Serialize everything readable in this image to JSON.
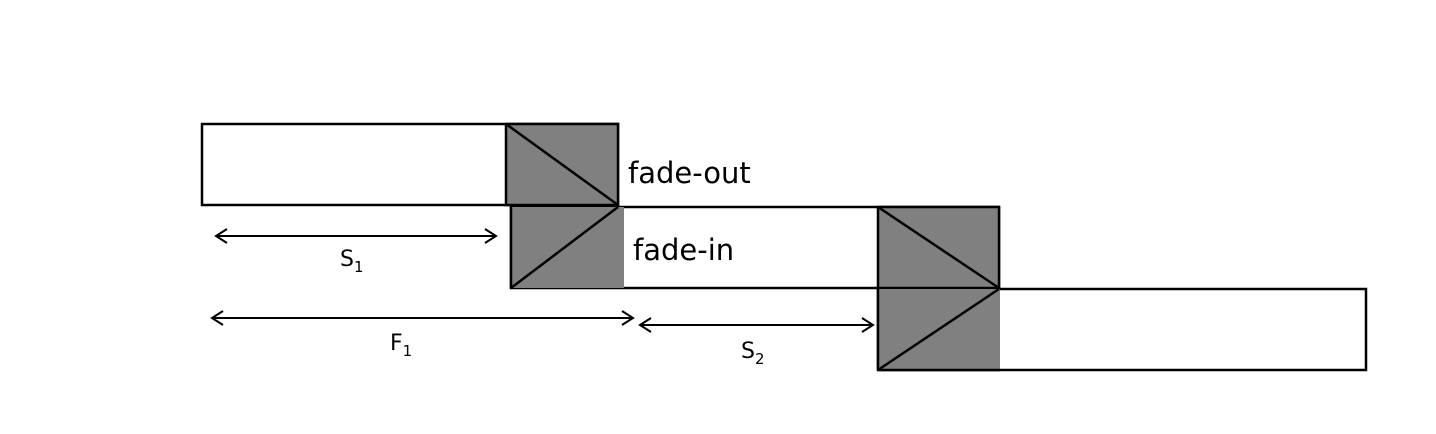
{
  "colors": {
    "background": "#ffffff",
    "stroke": "#000000",
    "fade_fill": "#808080",
    "clip_fill": "#ffffff"
  },
  "labels": {
    "fade_out": "fade-out",
    "fade_in": "fade-in"
  },
  "dimensions": [
    {
      "name": "S1",
      "letter": "S",
      "subscript": "1"
    },
    {
      "name": "F1",
      "letter": "F",
      "subscript": "1"
    },
    {
      "name": "S2",
      "letter": "S",
      "subscript": "2"
    }
  ]
}
